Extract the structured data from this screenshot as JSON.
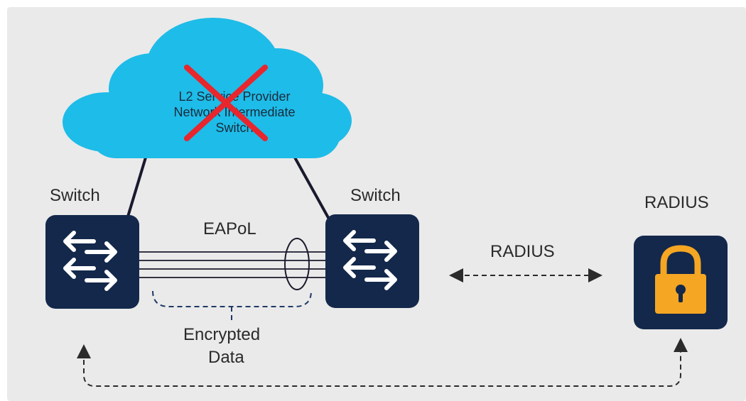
{
  "cloud": {
    "line1": "L2 Service Provider",
    "line2": "Network Intermediate",
    "line3": "Switch"
  },
  "left_switch": {
    "label": "Switch"
  },
  "right_switch": {
    "label": "Switch"
  },
  "radius_server": {
    "label": "RADIUS"
  },
  "link_labels": {
    "eapol": "EAPoL",
    "radius": "RADIUS",
    "encrypted_line1": "Encrypted",
    "encrypted_line2": "Data"
  },
  "colors": {
    "background": "#eaeaea",
    "cloud": "#1ebce8",
    "device": "#13284b",
    "cross": "#e8262d",
    "lock": "#f5a623",
    "line": "#1a1a2e"
  },
  "icons": [
    "switch-arrows-icon",
    "lock-icon",
    "cross-icon",
    "cloud-icon"
  ]
}
